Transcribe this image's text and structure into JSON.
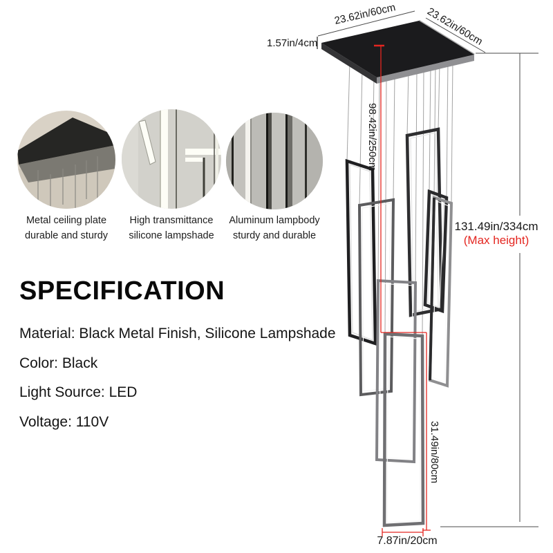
{
  "product_diagram": {
    "plate_width_left": "23.62in/60cm",
    "plate_width_right": "23.62in/60cm",
    "plate_thickness": "1.57in/4cm",
    "wire_drop": "98.42in/250cm",
    "max_height": "131.49in/334cm",
    "max_height_note": "(Max height)",
    "bottom_frame_height": "31.49in/80cm",
    "bottom_frame_width": "7.87in/20cm"
  },
  "features": [
    {
      "line1": "Metal ceiling plate",
      "line2": "durable and sturdy"
    },
    {
      "line1": "High transmittance",
      "line2": "silicone lampshade"
    },
    {
      "line1": "Aluminum lampbody",
      "line2": "sturdy and durable"
    }
  ],
  "specification": {
    "title": "SPECIFICATION",
    "items": [
      "Material: Black Metal Finish, Silicone Lampshade",
      "Color: Black",
      "Light Source: LED",
      "Voltage: 110V"
    ]
  },
  "colors": {
    "accent_red": "#e42620",
    "dimension_line_gray": "#4a4a4a",
    "plate_black": "#1b1b1d",
    "wire_gray": "#a3a3a3"
  }
}
